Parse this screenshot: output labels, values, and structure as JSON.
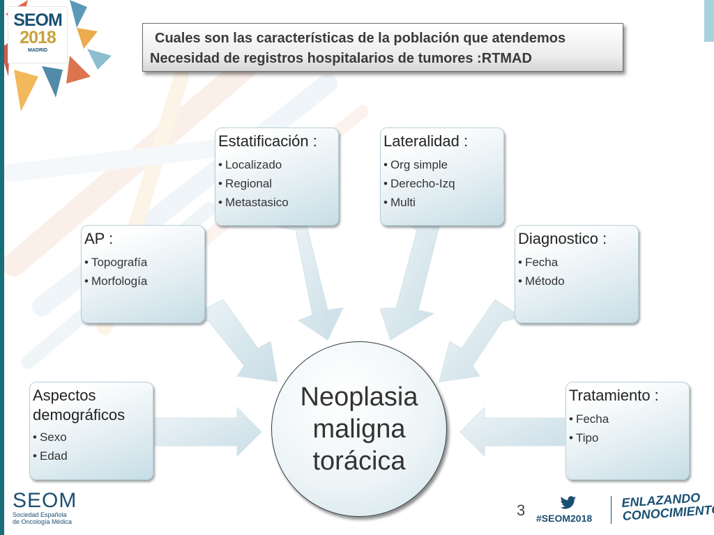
{
  "header": {
    "line1": "Cuales son las características de la población que atendemos",
    "line2": "Necesidad de registros hospitalarios de tumores :RTMAD"
  },
  "logo": {
    "line1": "SEOM",
    "line2": "2018",
    "city": "MADRID"
  },
  "center": {
    "label": "Neoplasia maligna torácica"
  },
  "boxes": {
    "estatificacion": {
      "title": "Estatificación :",
      "items": [
        "Localizado",
        "Regional",
        "Metastasico"
      ]
    },
    "lateralidad": {
      "title": "Lateralidad :",
      "items": [
        "Org simple",
        "Derecho-Izq",
        "Multi"
      ]
    },
    "ap": {
      "title": "AP :",
      "items": [
        "Topografía",
        "Morfología"
      ]
    },
    "diagnostico": {
      "title": "Diagnostico :",
      "items": [
        "Fecha",
        "Método"
      ]
    },
    "demograficos": {
      "title": "Aspectos demográficos",
      "items": [
        "Sexo",
        "Edad"
      ]
    },
    "tratamiento": {
      "title": "Tratamiento :",
      "items": [
        "Fecha",
        "Tipo"
      ]
    }
  },
  "footer": {
    "page_number": "3",
    "org_name": "SEOM",
    "org_line1": "Sociedad Española",
    "org_line2": "de Oncología Médica",
    "hashtag": "#SEOM2018",
    "slogan_line1": "ENLAZANDO",
    "slogan_line2": "CONOCIMIENTO"
  },
  "colors": {
    "accent": "#1a4f73",
    "left_bar": "#1a6e7a",
    "logo_gold": "#c8a23a"
  }
}
